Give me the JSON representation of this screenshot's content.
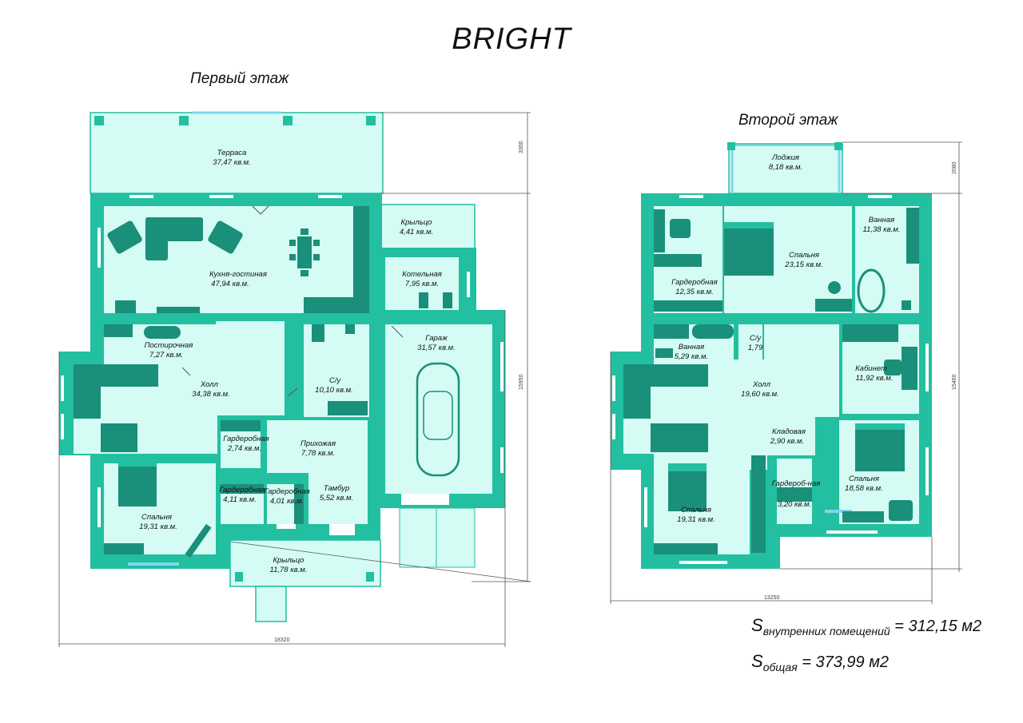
{
  "header": {
    "title": "BRIGHT"
  },
  "colors": {
    "wall": "#22bfa0",
    "floor": "#d4fbf4",
    "furniture": "#1a8f7a",
    "window": "#7fd6ee",
    "line": "#333333"
  },
  "floor1": {
    "title": "Первый этаж",
    "rooms": [
      {
        "name": "Терраса",
        "area": "37,47 кв.м."
      },
      {
        "name": "Кухня-гостиная",
        "area": "47,94 кв.м."
      },
      {
        "name": "Крыльцо",
        "area": "4,41 кв.м."
      },
      {
        "name": "Котельная",
        "area": "7,95 кв.м."
      },
      {
        "name": "Постирочная",
        "area": "7,27 кв.м."
      },
      {
        "name": "Холл",
        "area": "34,38 кв.м."
      },
      {
        "name": "С/у",
        "area": "10,10 кв.м."
      },
      {
        "name": "Гараж",
        "area": "31,57 кв.м."
      },
      {
        "name": "Гардеробная",
        "area": "2,74 кв.м."
      },
      {
        "name": "Прихожая",
        "area": "7,78 кв.м."
      },
      {
        "name": "Гардеробная",
        "area": "4,11 кв.м."
      },
      {
        "name": "Гардеробная",
        "area": "4,01 кв.м."
      },
      {
        "name": "Тамбур",
        "area": "5,52 кв.м."
      },
      {
        "name": "Спальня",
        "area": "19,31 кв.м."
      },
      {
        "name": "Крыльцо",
        "area": "11,78 кв.м."
      }
    ],
    "dims": {
      "top": "3300",
      "height": "15950",
      "width": "18320"
    }
  },
  "floor2": {
    "title": "Второй этаж",
    "rooms": [
      {
        "name": "Лоджия",
        "area": "8,18 кв.м."
      },
      {
        "name": "Ванная",
        "area": "11,38 кв.м."
      },
      {
        "name": "Спальня",
        "area": "23,15 кв.м."
      },
      {
        "name": "Гардеробная",
        "area": "12,35 кв.м."
      },
      {
        "name": "Ванная",
        "area": "5,29 кв.м."
      },
      {
        "name": "С/у",
        "area": "1,79"
      },
      {
        "name": "Холл",
        "area": "19,60 кв.м."
      },
      {
        "name": "Кабинет",
        "area": "11,92 кв.м."
      },
      {
        "name": "Кладовая",
        "area": "2,90 кв.м."
      },
      {
        "name": "Гардероб-ная",
        "area": "3,20 кв.м."
      },
      {
        "name": "Спальня",
        "area": "18,58 кв.м."
      },
      {
        "name": "Спальня",
        "area": "19,31 кв.м."
      }
    ],
    "dims": {
      "top": "2080",
      "height": "15460",
      "width": "13250"
    }
  },
  "summary": {
    "inner_label": "внутренних помещений",
    "inner_value": "= 312,15 м2",
    "total_label": "общая",
    "total_value": "= 373,99 м2"
  }
}
